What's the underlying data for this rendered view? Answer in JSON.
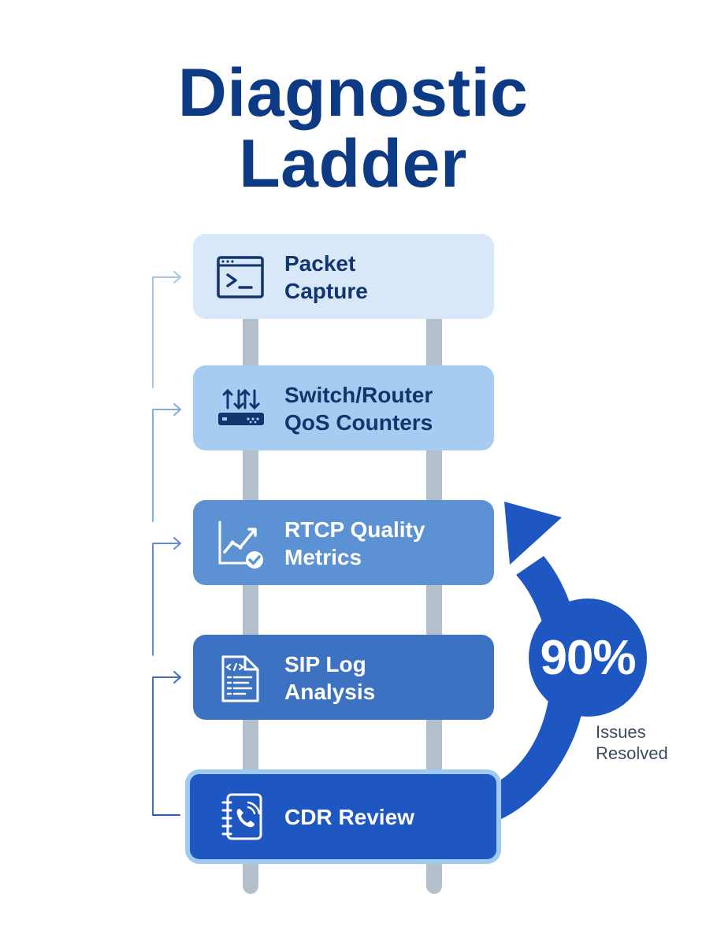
{
  "title": {
    "line1": "Diagnostic",
    "line2": "Ladder"
  },
  "steps": [
    {
      "line1": "Packet",
      "line2": "Capture",
      "icon": "terminal-window-icon"
    },
    {
      "line1": "Switch/Router",
      "line2": "QoS Counters",
      "icon": "router-icon"
    },
    {
      "line1": "RTCP Quality",
      "line2": "Metrics",
      "icon": "chart-check-icon"
    },
    {
      "line1": "SIP Log",
      "line2": "Analysis",
      "icon": "code-document-icon"
    },
    {
      "line1": "CDR Review",
      "line2": "",
      "icon": "phone-notebook-icon"
    }
  ],
  "stat": {
    "value": "90%",
    "caption_line1": "Issues",
    "caption_line2": "Resolved"
  },
  "colors": {
    "title": "#0d3a85",
    "rail": "#b4bfcc",
    "step1": "#d8e8f8",
    "step2": "#a7ccf1",
    "step3": "#5c91d4",
    "step4": "#3d72c3",
    "step5": "#1e56c2",
    "accent": "#1e56c2"
  }
}
